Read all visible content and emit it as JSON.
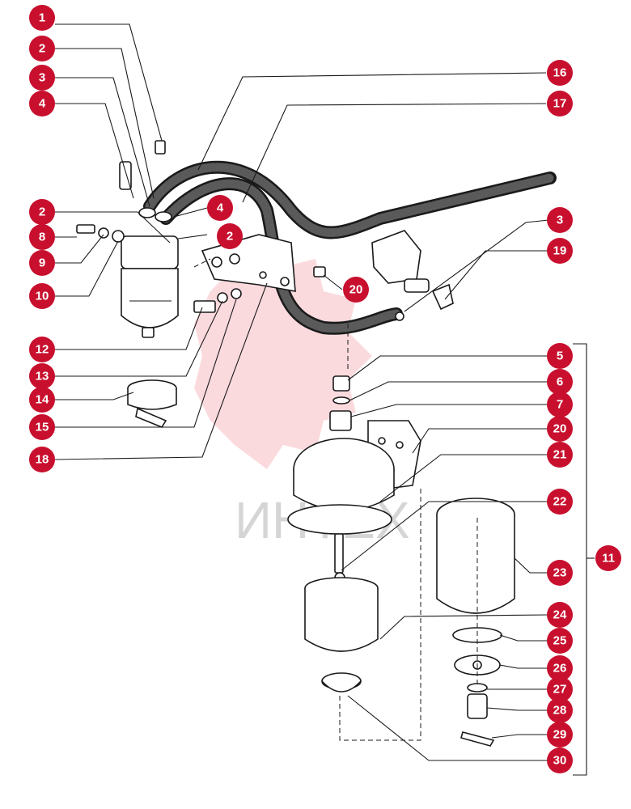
{
  "watermark": {
    "text": "ИНТЕХ"
  },
  "callouts": [
    "1",
    "2",
    "3",
    "4",
    "2",
    "8",
    "9",
    "10",
    "4",
    "2",
    "16",
    "17",
    "3",
    "19",
    "20",
    "12",
    "13",
    "14",
    "15",
    "18",
    "5",
    "6",
    "7",
    "20",
    "21",
    "22",
    "11",
    "23",
    "24",
    "25",
    "26",
    "27",
    "28",
    "29",
    "30"
  ],
  "colors": {
    "callout": "#c8102e",
    "line": "#1a1a1a",
    "watermark": "#e8334a"
  }
}
